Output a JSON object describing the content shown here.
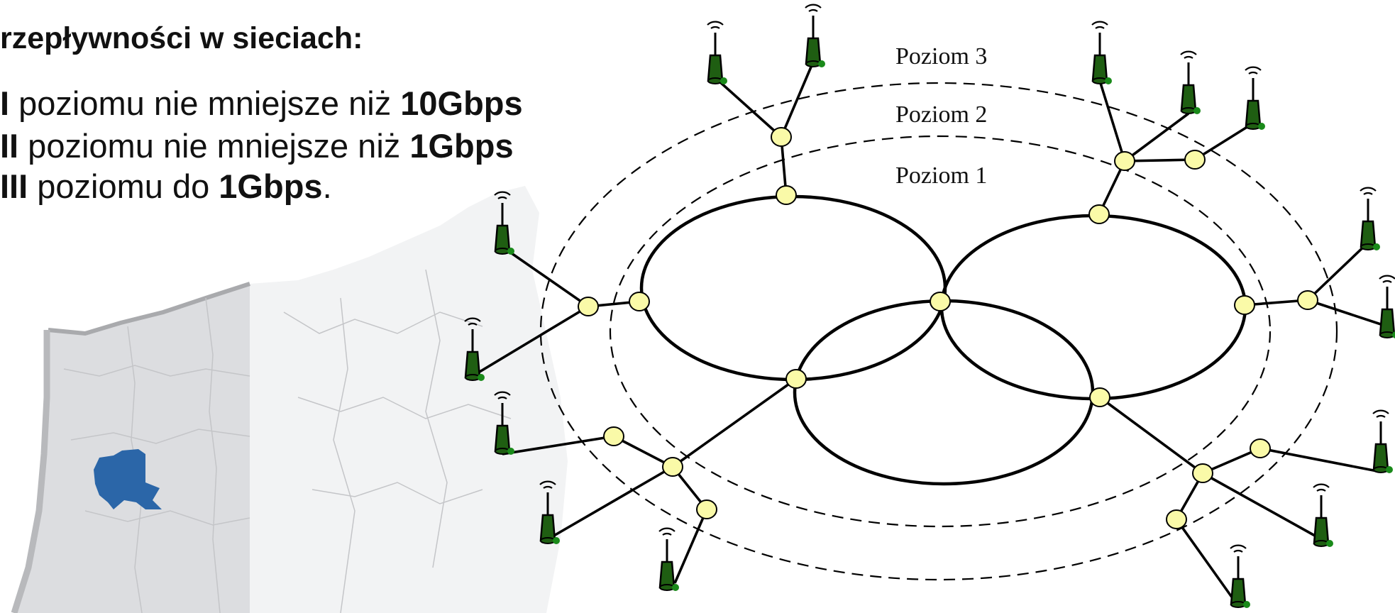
{
  "heading": "rzepływności w sieciach:",
  "requirements": [
    {
      "level": "I",
      "text": " poziomu nie mniejsze niż ",
      "value": "10Gbps",
      "end": ""
    },
    {
      "level": "II",
      "text": " poziomu nie mniejsze niż ",
      "value": "1Gbps",
      "end": ""
    },
    {
      "level": "III",
      "text": " poziomu do ",
      "value": "1Gbps",
      "end": "."
    }
  ],
  "levels": {
    "level3": "Poziom 3",
    "level2": "Poziom 2",
    "level1": "Poziom 1"
  },
  "colors": {
    "node_fill": "#fafaa8",
    "tower_green": "#1f5e12",
    "map_highlight": "#2b66a8",
    "map_background": "#dcdde0"
  },
  "icons": {
    "tower": "antenna-tower-icon",
    "node": "network-node"
  }
}
